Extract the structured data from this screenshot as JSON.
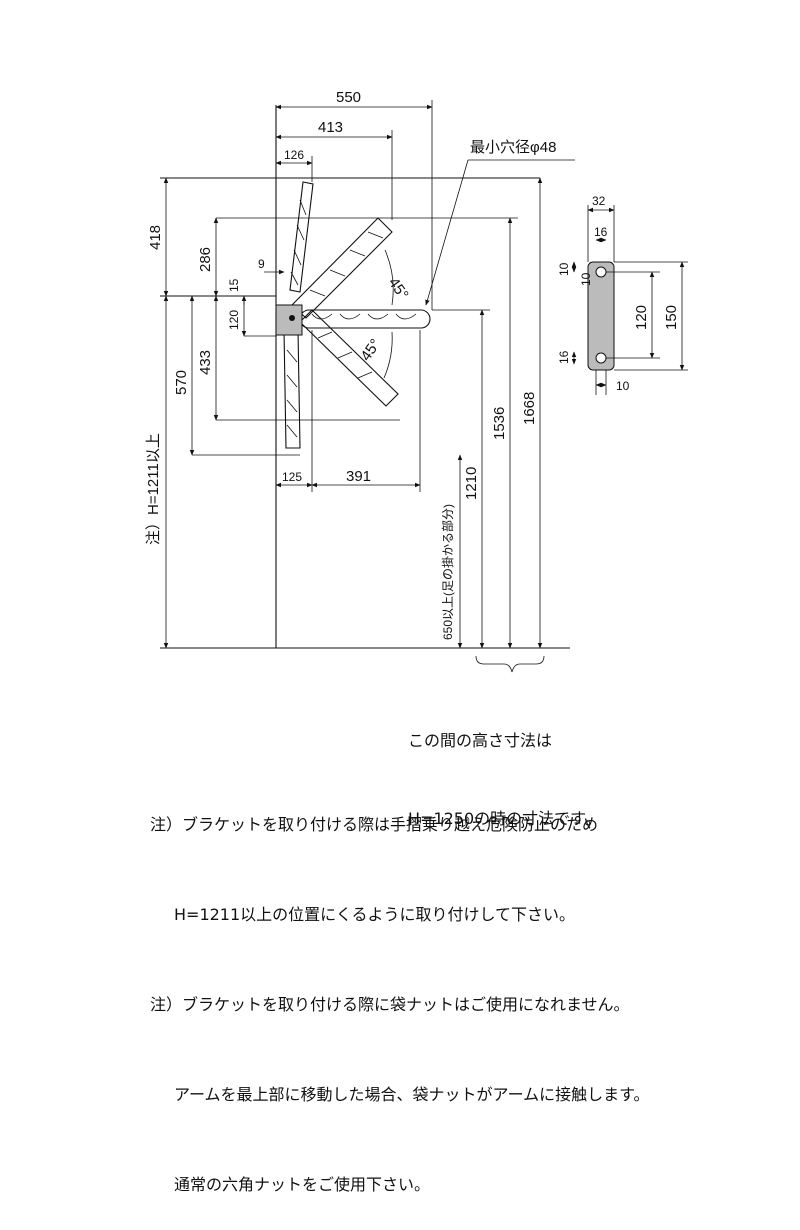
{
  "dimensions": {
    "d550": "550",
    "d413": "413",
    "d126": "126",
    "d418": "418",
    "d286": "286",
    "d9": "9",
    "d15": "15",
    "d120": "120",
    "d433": "433",
    "d570": "570",
    "d125": "125",
    "d391": "391",
    "d1210": "1210",
    "d1536": "1536",
    "d1668": "1668",
    "angle_upper": "45°",
    "angle_lower": "45°",
    "min_hole": "最小穴径φ48",
    "foot_note": "650以上(足の掛かる部分)",
    "height_note": "注）H=1211以上"
  },
  "bracket_detail": {
    "width_32": "32",
    "width_16_top": "16",
    "h10_top": "10",
    "h10_top2": "10",
    "h120": "120",
    "h150": "150",
    "h16_bottom": "16",
    "w10_bottom": "10"
  },
  "caption": {
    "line1": "この間の高さ寸法は",
    "line2": "H=1250の時の寸法です。"
  },
  "notes": [
    {
      "line1": "注）ブラケットを取り付ける際は手摺乗り越え危険防止のため",
      "line2": "H=1211以上の位置にくるように取り付けして下さい。"
    },
    {
      "line1": "注）ブラケットを取り付ける際に袋ナットはご使用になれません。",
      "line2": "アームを最上部に移動した場合、袋ナットがアームに接触します。",
      "line3": "通常の六角ナットをご使用下さい。"
    }
  ]
}
